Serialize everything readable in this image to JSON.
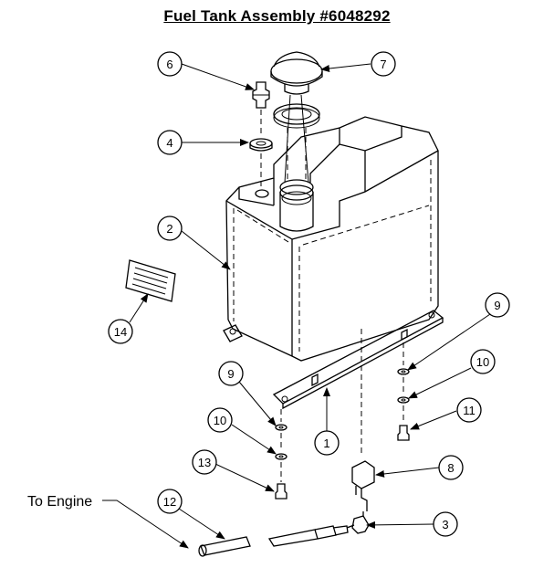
{
  "title": "Fuel Tank Assembly #6048292",
  "engine_label": "To Engine",
  "callouts": [
    "1",
    "2",
    "3",
    "4",
    "6",
    "7",
    "8",
    "9",
    "9",
    "10",
    "10",
    "11",
    "12",
    "13",
    "14"
  ]
}
